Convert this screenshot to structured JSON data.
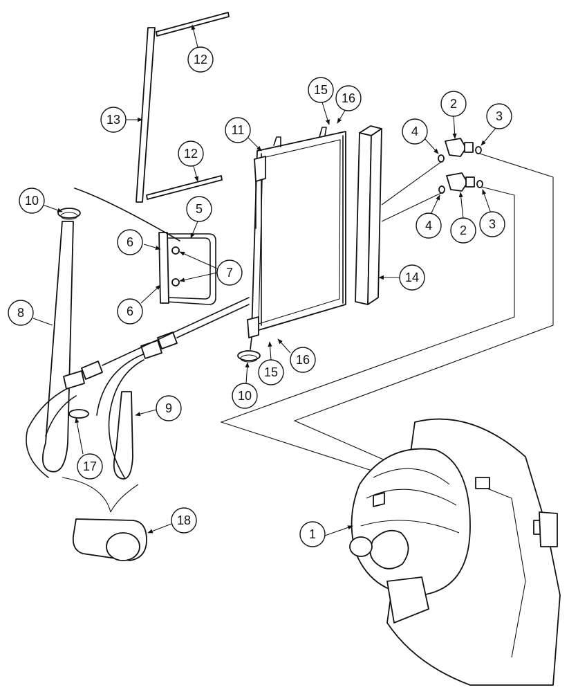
{
  "callouts": [
    "1",
    "2",
    "2",
    "3",
    "3",
    "4",
    "4",
    "5",
    "6",
    "6",
    "7",
    "8",
    "9",
    "10",
    "10",
    "11",
    "12",
    "12",
    "13",
    "14",
    "15",
    "15",
    "16",
    "16",
    "17",
    "18"
  ]
}
